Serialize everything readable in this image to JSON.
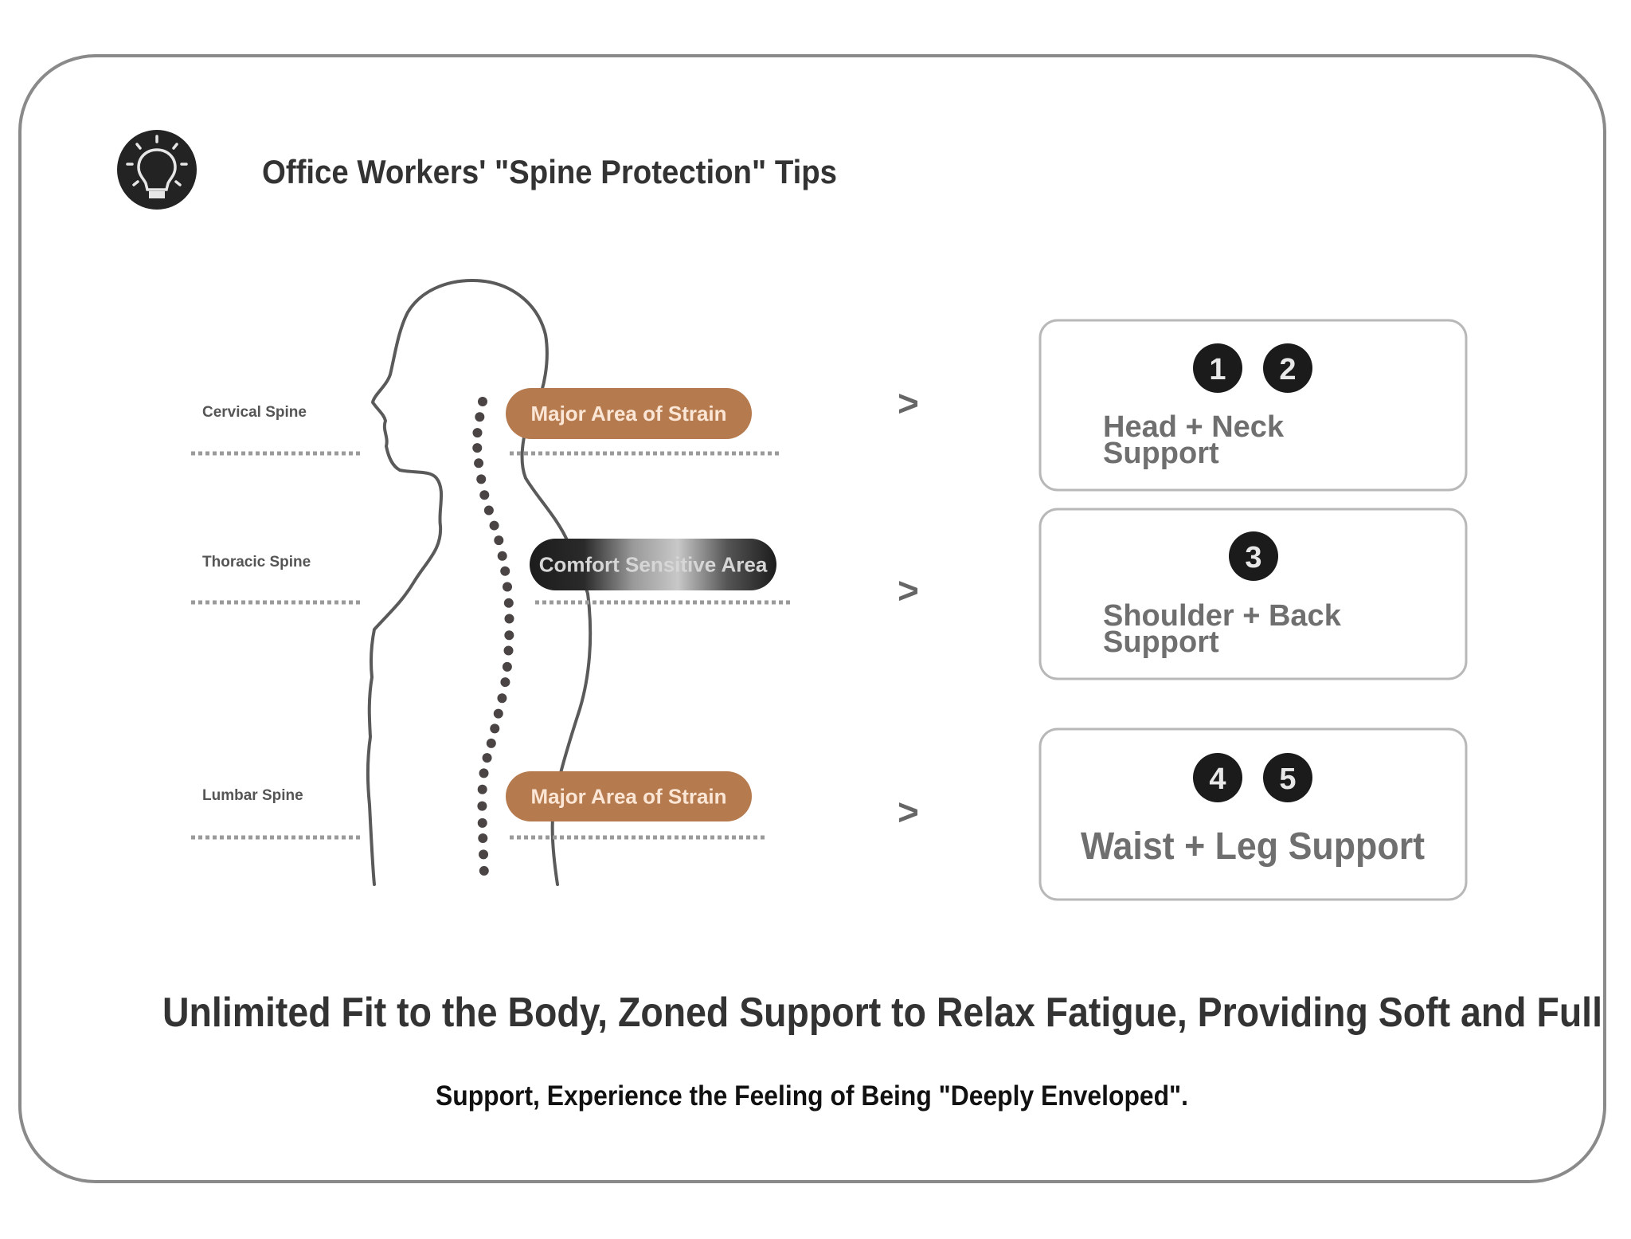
{
  "header": {
    "icon": "lightbulb-icon",
    "title": "Office Workers' \"Spine Protection\" Tips"
  },
  "spine_regions": [
    {
      "label": "Cervical Spine",
      "tag": "Major Area of Strain",
      "tag_style": "strain"
    },
    {
      "label": "Thoracic Spine",
      "tag": "Comfort Sensitive Area",
      "tag_style": "sensitive"
    },
    {
      "label": "Lumbar Spine",
      "tag": "Major Area of Strain",
      "tag_style": "strain"
    }
  ],
  "arrow_glyph": ">",
  "support_boxes": [
    {
      "numbers": [
        "1",
        "2"
      ],
      "line1": "Head + Neck",
      "line2": "Support"
    },
    {
      "numbers": [
        "3"
      ],
      "line1": "Shoulder + Back",
      "line2": "Support"
    },
    {
      "numbers": [
        "4",
        "5"
      ],
      "line1": "Waist + Leg Support"
    }
  ],
  "footer": {
    "line1": "Unlimited Fit to the Body, Zoned Support to Relax Fatigue, Providing Soft and Full",
    "line2": "Support, Experience the Feeling of Being \"Deeply Enveloped\"."
  },
  "colors": {
    "strain_pill": "#b57a4e",
    "strain_text": "#fbe6d6",
    "sensitive_pill": "#1e1e1e",
    "sensitive_text": "#d6d6d6",
    "number_circle": "#1b1b1b",
    "box_text": "#6f6f6f",
    "title_text": "#333333",
    "frame": "#8a8a8a"
  }
}
